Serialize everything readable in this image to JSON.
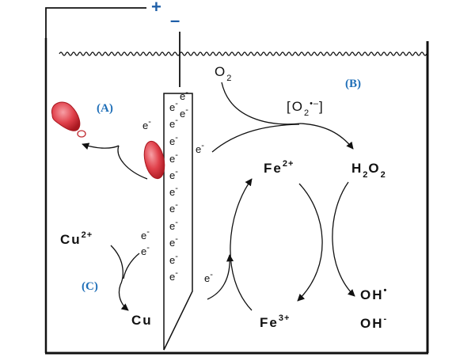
{
  "terminals": {
    "plus": "+",
    "minus": "–"
  },
  "labels": {
    "a": "(A)",
    "b": "(B)",
    "c": "(C)"
  },
  "species": {
    "o2": "O",
    "o2_sub": "2",
    "superoxide_open": "[O",
    "superoxide_sub": "2",
    "superoxide_sup": "•–",
    "superoxide_close": "]",
    "fe2": "Fe",
    "fe2_sup": "2+",
    "h2o2_h": "H",
    "h2o2_sub1": "2",
    "h2o2_o": "O",
    "h2o2_sub2": "2",
    "fe3": "Fe",
    "fe3_sup": "3+",
    "oh_radical": "OH",
    "oh_radical_sup": "•",
    "oh_anion": "OH",
    "oh_anion_sup": "-",
    "cu2": "Cu",
    "cu2_sup": "2+",
    "cu": "Cu"
  },
  "electron": "e",
  "electron_sup": "-",
  "colors": {
    "label_blue": "#1f6fb8",
    "terminal_blue": "#1f5fa8",
    "red_body": "#e0404a",
    "red_dark": "#a81820"
  }
}
